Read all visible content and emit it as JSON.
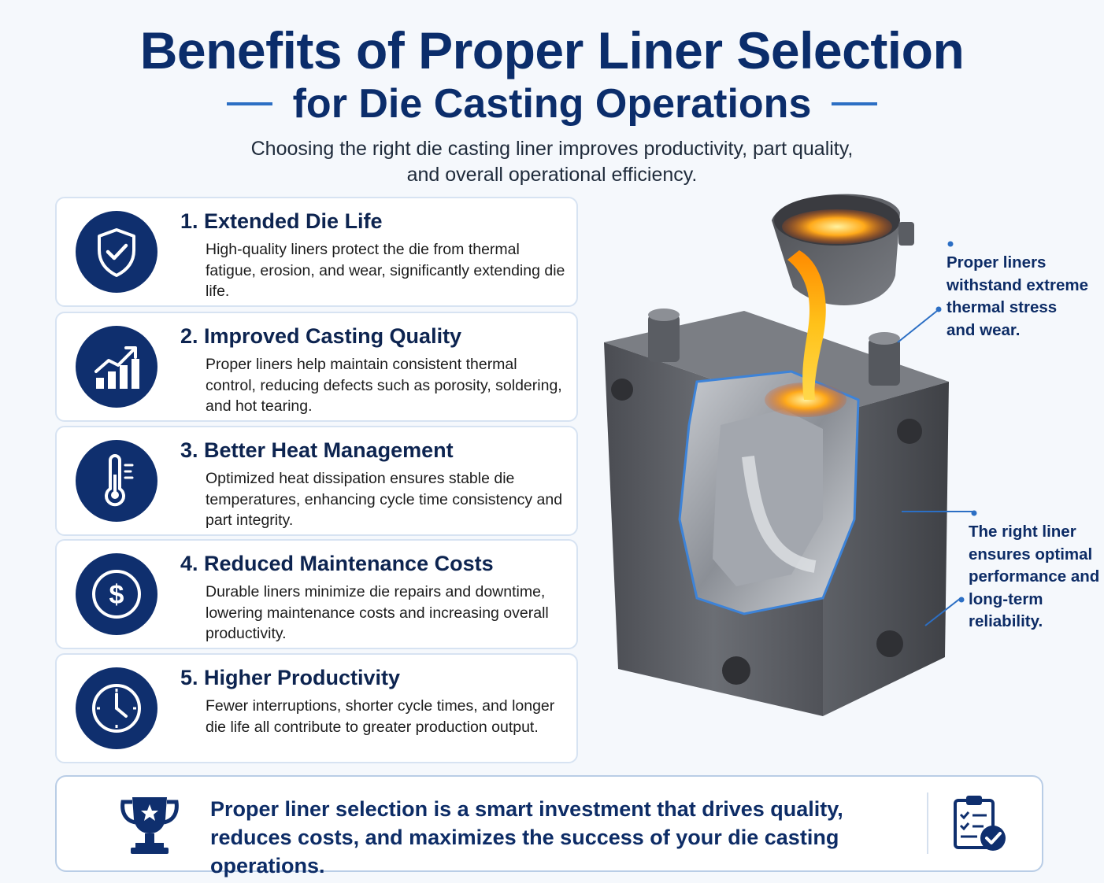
{
  "header": {
    "title_line1": "Benefits of Proper Liner Selection",
    "title_line2": "for Die Casting Operations",
    "subtitle_line1": "Choosing the right die casting liner improves productivity, part quality,",
    "subtitle_line2": "and overall operational efficiency."
  },
  "benefits": [
    {
      "title": "1. Extended Die Life",
      "desc": "High-quality liners protect the die from thermal fatigue, erosion, and wear, significantly extending die life.",
      "icon": "shield-check-icon"
    },
    {
      "title": "2. Improved Casting Quality",
      "desc": "Proper liners help maintain consistent thermal control, reducing defects such as porosity, soldering, and hot tearing.",
      "icon": "bar-chart-growth-icon"
    },
    {
      "title": "3. Better Heat Management",
      "desc": "Optimized heat dissipation ensures stable die temperatures, enhancing cycle time consistency and part integrity.",
      "icon": "thermometer-icon"
    },
    {
      "title": "4. Reduced Maintenance Costs",
      "desc": "Durable liners minimize die repairs and downtime, lowering maintenance costs and increasing overall productivity.",
      "icon": "dollar-coin-icon"
    },
    {
      "title": "5. Higher Productivity",
      "desc": "Fewer interruptions, shorter cycle times, and longer die life all contribute to greater production output.",
      "icon": "clock-icon"
    }
  ],
  "callouts": {
    "top": [
      "Proper liners",
      "withstand extreme",
      "thermal stress",
      "and wear."
    ],
    "bottom": [
      "The right liner",
      "ensures optimal",
      "performance and",
      "long-term",
      "reliability."
    ]
  },
  "footer": {
    "line1": "Proper liner selection is a smart investment that drives quality,",
    "line2": "reduces costs, and maximizes the success of your die casting operations.",
    "left_icon": "trophy-icon",
    "right_icon": "clipboard-check-icon"
  },
  "colors": {
    "navy": "#0f2f6e",
    "accent_blue": "#2c6fc4",
    "molten": "#f59a1c"
  }
}
